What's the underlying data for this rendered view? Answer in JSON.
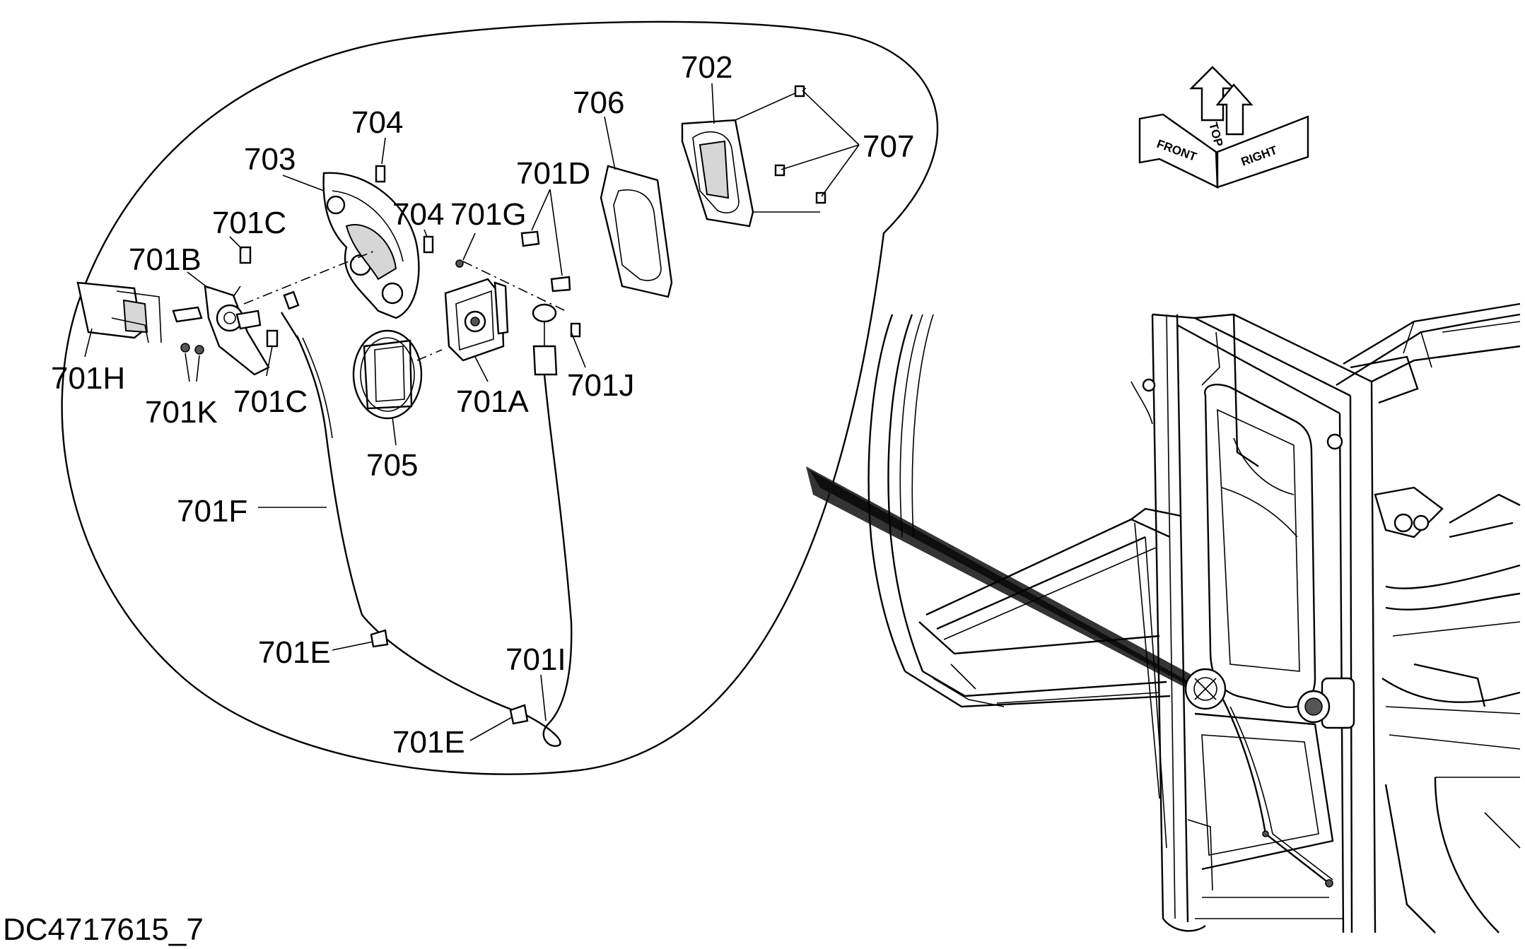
{
  "diagram_id": "DC4717615_7",
  "callouts": {
    "c701A": "701A",
    "c701B": "701B",
    "c701C_top": "701C",
    "c701C_bottom": "701C",
    "c701D": "701D",
    "c701E_top": "701E",
    "c701E_bottom": "701E",
    "c701F": "701F",
    "c701G": "701G",
    "c701H": "701H",
    "c701I": "701I",
    "c701J": "701J",
    "c701K": "701K",
    "c702": "702",
    "c703": "703",
    "c704_top": "704",
    "c704_mid": "704",
    "c705": "705",
    "c706": "706",
    "c707": "707"
  },
  "orientation": {
    "front": "FRONT",
    "top": "TOP",
    "right": "RIGHT"
  }
}
